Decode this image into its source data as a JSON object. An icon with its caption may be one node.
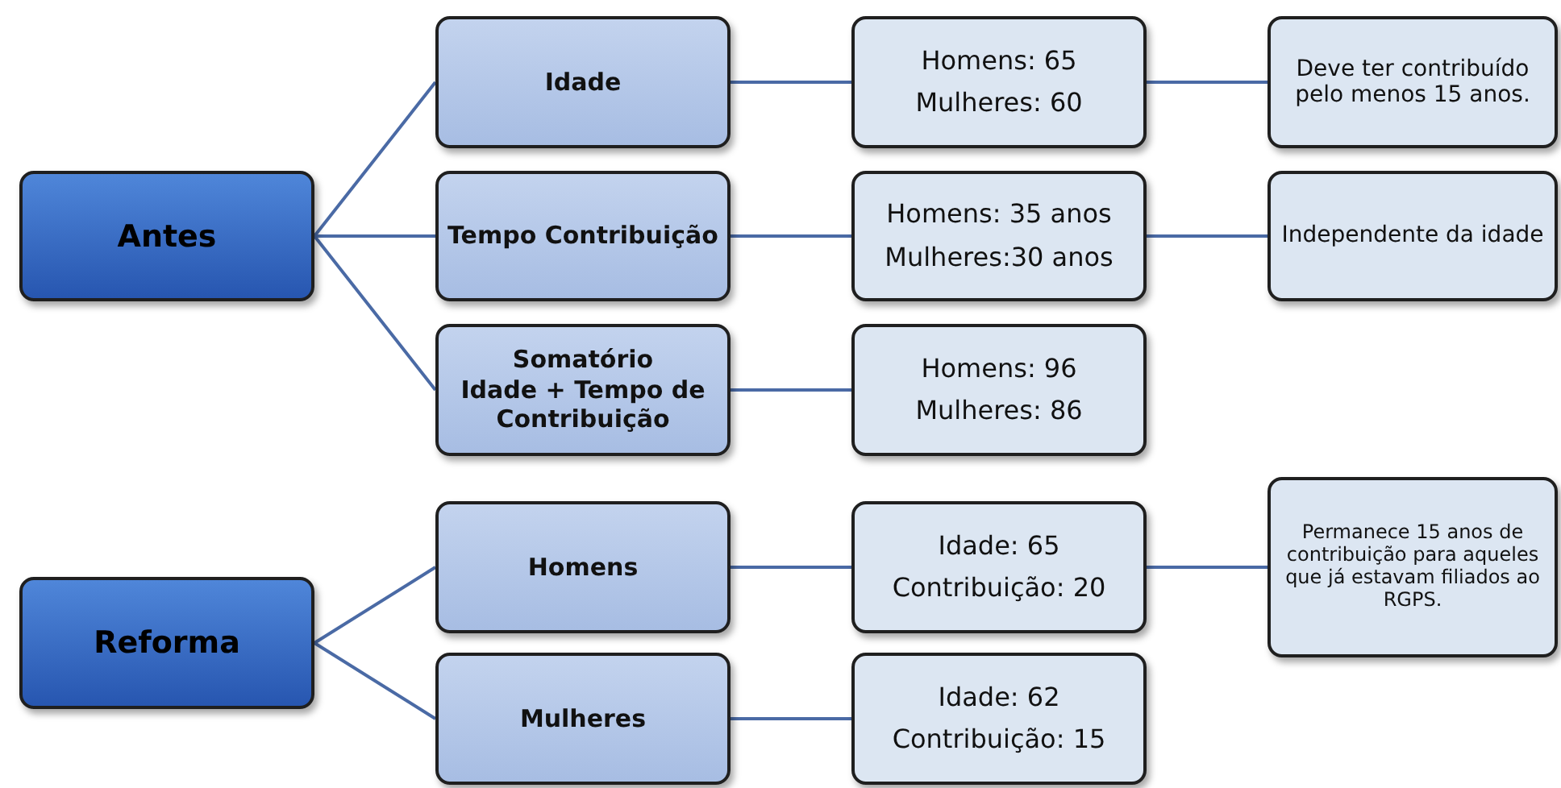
{
  "diagram": {
    "nodes": [
      {
        "text": [
          "Antes"
        ]
      },
      {
        "text": [
          "Idade"
        ]
      },
      {
        "text": [
          "Tempo Contribuição"
        ]
      },
      {
        "text": [
          "Somatório",
          "Idade + Tempo de Contribuição"
        ]
      },
      {
        "text": [
          "Homens: 65",
          "Mulheres: 60"
        ]
      },
      {
        "text": [
          "Deve ter contribuído pelo menos 15 anos."
        ]
      },
      {
        "text": [
          "Homens: 35 anos",
          "Mulheres:30 anos"
        ]
      },
      {
        "text": [
          "Independente da idade"
        ]
      },
      {
        "text": [
          "Homens: 96",
          "Mulheres: 86"
        ]
      },
      {
        "text": [
          "Reforma"
        ]
      },
      {
        "text": [
          "Homens"
        ]
      },
      {
        "text": [
          "Idade: 65",
          "Contribuição: 20"
        ]
      },
      {
        "text": [
          "Permanece 15 anos de contribuição para aqueles que já estavam filiados ao RGPS."
        ]
      },
      {
        "text": [
          "Mulheres"
        ]
      },
      {
        "text": [
          "Idade: 62",
          "Contribuição: 15"
        ]
      }
    ],
    "edges": [
      {
        "from": 0,
        "to": 1,
        "arrow": "none"
      },
      {
        "from": 0,
        "to": 2,
        "arrow": "none"
      },
      {
        "from": 0,
        "to": 3,
        "arrow": "none"
      },
      {
        "from": 1,
        "to": 4,
        "arrow": "none"
      },
      {
        "from": 4,
        "to": 5,
        "arrow": "none"
      },
      {
        "from": 2,
        "to": 6,
        "arrow": "none"
      },
      {
        "from": 6,
        "to": 7,
        "arrow": "none"
      },
      {
        "from": 3,
        "to": 8,
        "arrow": "none"
      },
      {
        "from": 9,
        "to": 10,
        "arrow": "none"
      },
      {
        "from": 9,
        "to": 13,
        "arrow": "none"
      },
      {
        "from": 10,
        "to": 11,
        "arrow": "none"
      },
      {
        "from": 11,
        "to": 12,
        "arrow": "none"
      },
      {
        "from": 13,
        "to": 14,
        "arrow": "none"
      }
    ]
  }
}
